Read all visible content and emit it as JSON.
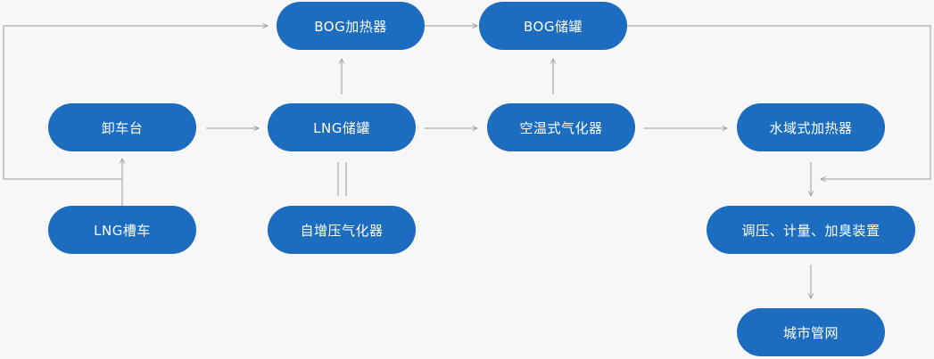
{
  "diagram": {
    "nodes": {
      "bog_heater": "BOG加热器",
      "bog_tank": "BOG储罐",
      "unloading_station": "卸车台",
      "lng_tank": "LNG储罐",
      "ambient_vaporizer": "空温式气化器",
      "water_bath_heater": "水域式加热器",
      "lng_truck": "LNG槽车",
      "pressurizing_vaporizer": "自增压气化器",
      "regulation_unit": "调压、计量、加臭装置",
      "city_network": "城市管网"
    },
    "colors": {
      "node_fill": "#1c6cbf",
      "node_text": "#ffffff",
      "connector": "#9a9a9a",
      "background": "#f7f7f7"
    }
  }
}
